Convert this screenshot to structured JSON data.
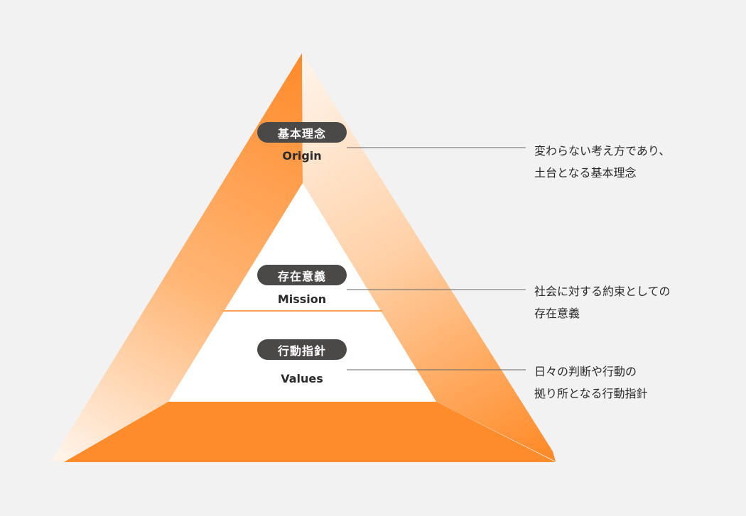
{
  "colors": {
    "accent": "#ff8c2a",
    "pill": "#4b4848",
    "background": "#f2f2f2"
  },
  "levels": [
    {
      "label_ja": "基本理念",
      "label_en": "Origin",
      "description": [
        "変わらない考え方であり、",
        "土台となる基本理念"
      ]
    },
    {
      "label_ja": "存在意義",
      "label_en": "Mission",
      "description": [
        "社会に対する約束としての",
        "存在意義"
      ]
    },
    {
      "label_ja": "行動指針",
      "label_en": "Values",
      "description": [
        "日々の判断や行動の",
        "拠り所となる行動指針"
      ]
    }
  ]
}
